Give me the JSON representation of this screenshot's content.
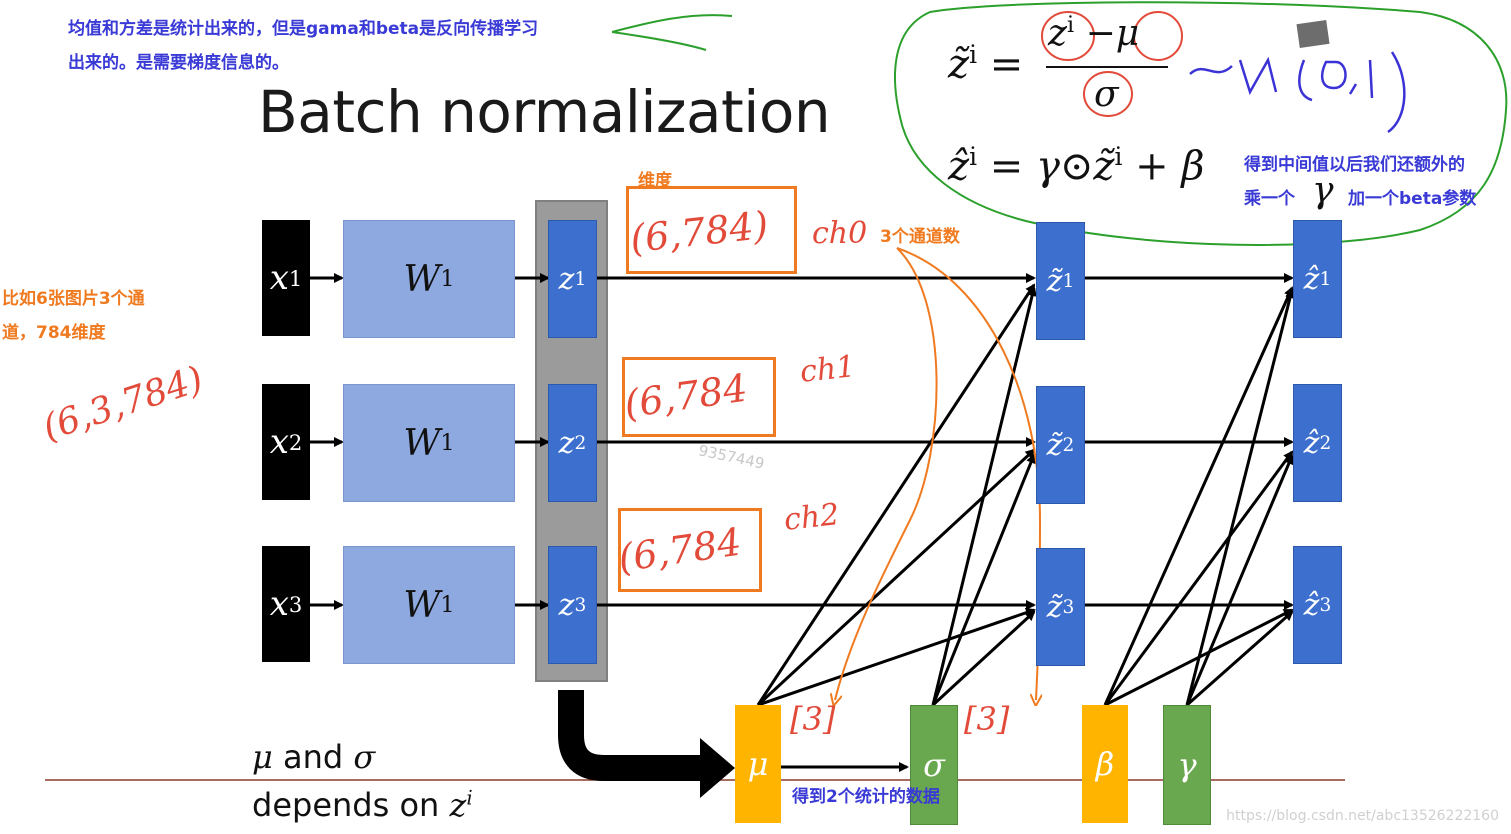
{
  "notes": {
    "top_line1": "均值和方差是统计出来的，但是gama和beta是反向传播学习",
    "top_line2": "出来的。是需要梯度信息的。",
    "left_line1": "比如6张图片3个通",
    "left_line2": "道，784维度",
    "dim_label": "维度",
    "channels_label": "3个通道数",
    "right_line1": "得到中间值以后我们还额外的",
    "right_line2a": "乘一个",
    "right_line2b": "加一个beta参数",
    "bottom_label": "得到2个统计的数据"
  },
  "title": "Batch normalization",
  "handwriting": {
    "left_shape": "(6,3,784)",
    "shape_ch0": "(6,784)",
    "shape_ch1": "(6,784",
    "shape_ch2": "(6,784",
    "ch0": "ch0",
    "ch1": "ch1",
    "ch2": "ch2",
    "bracket_mu": "[3]",
    "bracket_sigma": "[3]",
    "normal_dist": "~N(0,1)"
  },
  "formula": {
    "lhs1": "z̃",
    "sup_i": "i",
    "numerator_z": "z",
    "minus_mu": "−μ",
    "denominator": "σ",
    "lhs2": "ẑ",
    "rhs2": "= γ⊙z̃",
    "plus_beta": "+ β",
    "gamma_small": "γ"
  },
  "boxes": {
    "x": [
      {
        "base": "x",
        "sup": "1"
      },
      {
        "base": "x",
        "sup": "2"
      },
      {
        "base": "x",
        "sup": "3"
      }
    ],
    "w": [
      {
        "base": "W",
        "sup": "1"
      },
      {
        "base": "W",
        "sup": "1"
      },
      {
        "base": "W",
        "sup": "1"
      }
    ],
    "z": [
      {
        "base": "z",
        "sup": "1"
      },
      {
        "base": "z",
        "sup": "2"
      },
      {
        "base": "z",
        "sup": "3"
      }
    ],
    "zt": [
      {
        "base": "z̃",
        "sup": "1"
      },
      {
        "base": "z̃",
        "sup": "2"
      },
      {
        "base": "z̃",
        "sup": "3"
      }
    ],
    "zh": [
      {
        "base": "ẑ",
        "sup": "1"
      },
      {
        "base": "ẑ",
        "sup": "2"
      },
      {
        "base": "ẑ",
        "sup": "3"
      }
    ],
    "mu": "μ",
    "sigma": "σ",
    "beta": "β",
    "gamma": "γ"
  },
  "bottom_text": {
    "line1_mu": "μ",
    "line1_and": " and ",
    "line1_sigma": "σ",
    "line2_prefix": "depends on ",
    "line2_z": "z",
    "line2_sup": "i"
  },
  "watermark": "https://blog.csdn.net/abc13526222160",
  "center_watermark": "9357449",
  "colors": {
    "blue_note": "#3a3ad6",
    "orange_note": "#f07a20",
    "hand_red": "#e24a3a",
    "green_circle": "#2ca02c",
    "purple_hand": "#3b33d6",
    "z_box": "#3c6fce",
    "w_box": "#8ea9e0",
    "mu_box": "#ffb400",
    "sigma_box": "#6aa84f"
  }
}
